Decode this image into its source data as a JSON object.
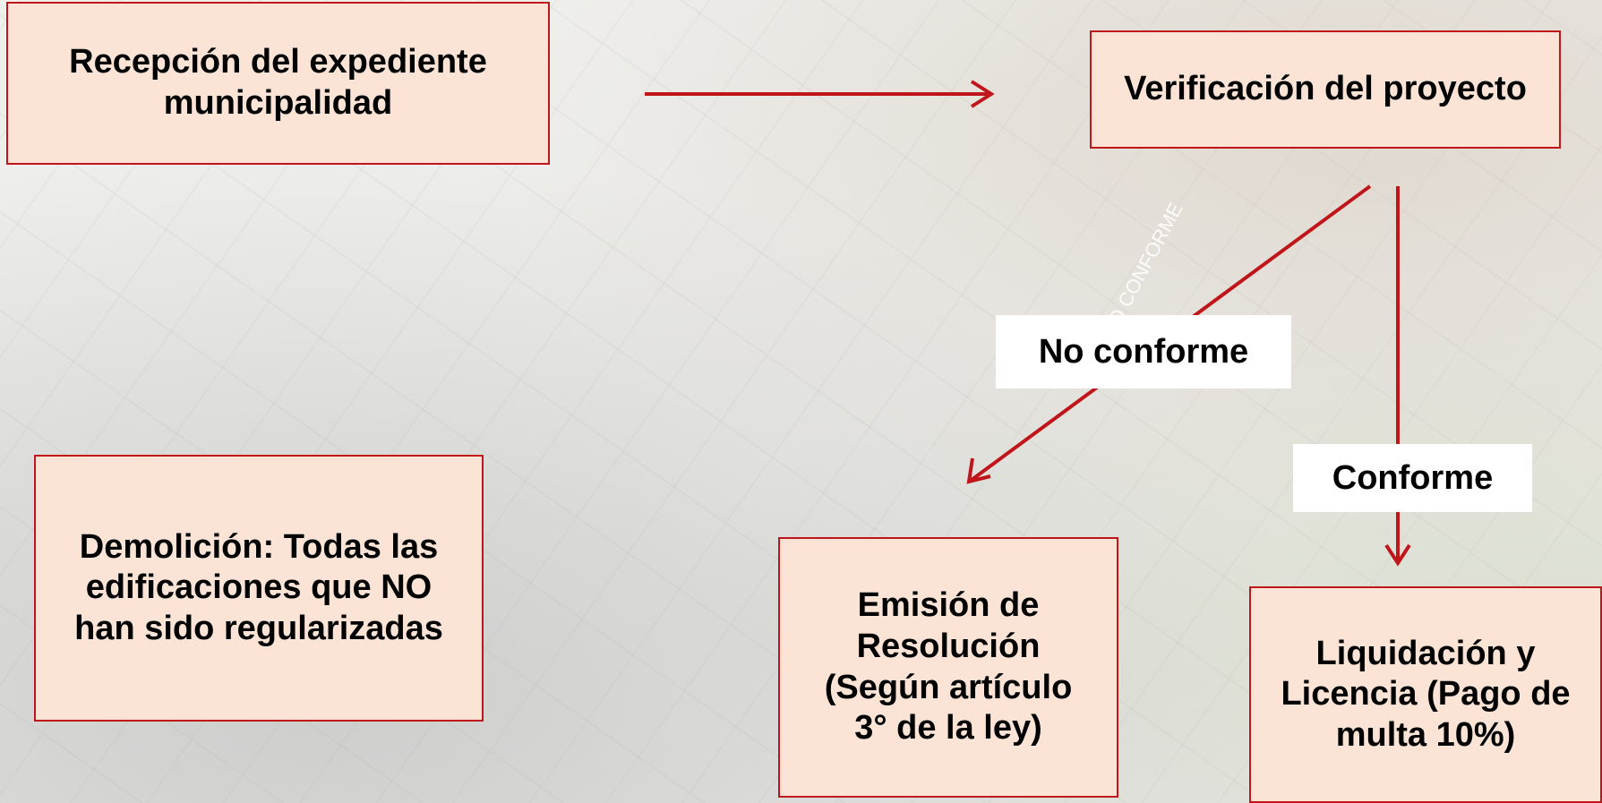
{
  "nodes": {
    "reception": "Recepción del expediente municipalidad",
    "verification": "Verificación del proyecto",
    "demolition": "Demolición: Todas las edificaciones que NO han sido regularizadas",
    "resolution": "Emisión de Resolución (Según artículo 3° de la ley)",
    "liquidation": "Liquidación y Licencia (Pago de multa 10%)"
  },
  "edges": {
    "no_conforme": "No conforme",
    "conforme": "Conforme"
  },
  "watermark": "NO CONFORME",
  "colors": {
    "box_fill": "#fbe3d6",
    "box_border": "#c0151b",
    "arrow": "#c0151b",
    "label_bg": "#ffffff"
  }
}
